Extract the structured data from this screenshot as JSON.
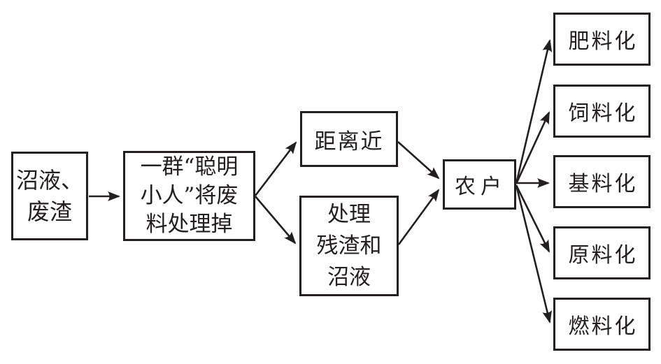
{
  "diagram": {
    "background_color": "#ffffff",
    "line_color": "#231f20",
    "nodes": {
      "source": {
        "lines": [
          "沼液、",
          "废渣"
        ]
      },
      "processor": {
        "lines": [
          "一群“聪明",
          "小人”将废",
          "料处理掉"
        ]
      },
      "distance": {
        "lines": [
          "距离近"
        ]
      },
      "treatment": {
        "lines": [
          "处理",
          "残渣和",
          "沼液"
        ]
      },
      "farmer": {
        "lines": [
          "农户"
        ]
      },
      "outputs": [
        {
          "label": "肥料化"
        },
        {
          "label": "饲料化"
        },
        {
          "label": "基料化"
        },
        {
          "label": "原料化"
        },
        {
          "label": "燃料化"
        }
      ]
    }
  }
}
